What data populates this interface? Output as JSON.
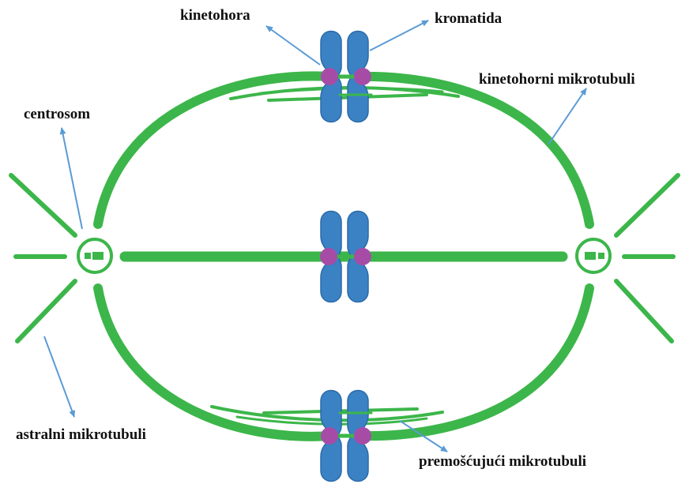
{
  "labels": {
    "kinetochore": "kinetohora",
    "chromatid": "kromatida",
    "kinetochore_microtubules": "kinetohorni mikrotubuli",
    "centrosome": "centrosom",
    "astral_microtubules": "astralni mikrotubuli",
    "bridging_microtubules": "premošćujući mikrotubuli"
  },
  "colors": {
    "microtubule": "#3cb64a",
    "chromosome": "#3b82c4",
    "chromosome_outline": "#2a6aa8",
    "kinetochore": "#a64ca6",
    "arrow": "#5b9bd5",
    "text": "#111111",
    "background": "#ffffff"
  }
}
